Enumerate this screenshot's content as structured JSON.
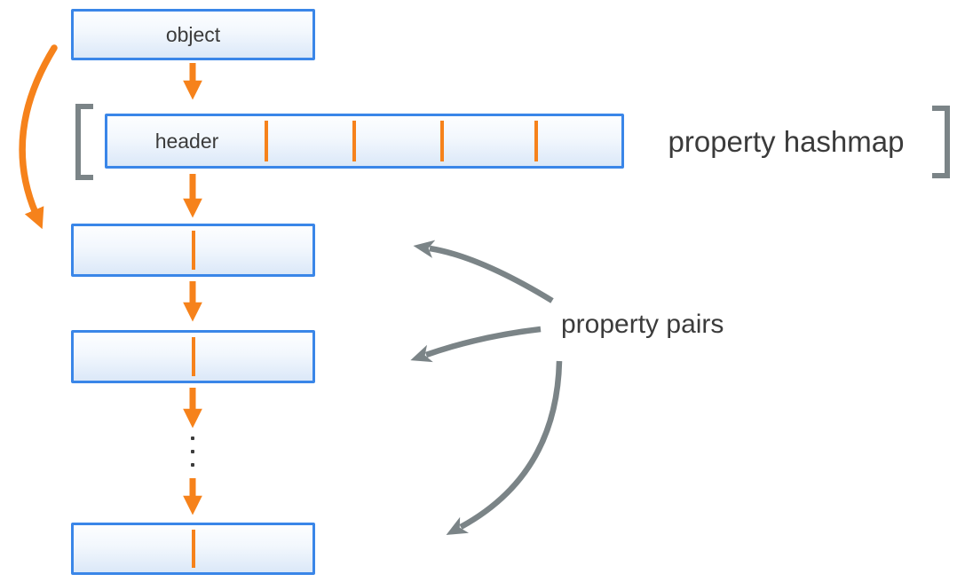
{
  "diagram": {
    "object_box": {
      "label": "object"
    },
    "hashmap": {
      "header_label": "header",
      "label": "property hashmap",
      "bucket_divider_count": 4
    },
    "property_pairs": {
      "label": "property pairs",
      "visible_box_count": 3,
      "ellipsis_dot_count": 3
    },
    "colors": {
      "box_border_blue": "#3a86e8",
      "box_fill_top": "#fdfeff",
      "box_fill_bottom": "#dbe8f8",
      "arrow_orange": "#f6821b",
      "annotation_gray": "#7b8487",
      "text_dark": "#3b3b3b"
    }
  }
}
